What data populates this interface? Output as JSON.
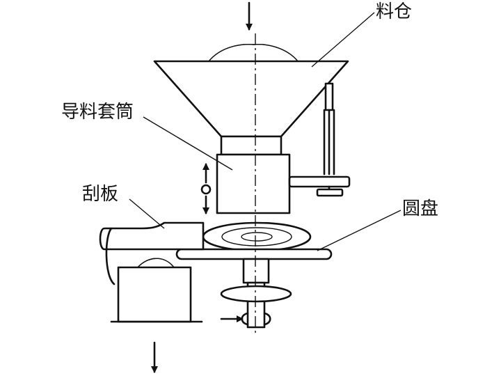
{
  "diagram": {
    "labels": {
      "hopper": "料仓",
      "feed_sleeve": "导料套筒",
      "scraper": "刮板",
      "disc": "圆盘"
    }
  }
}
